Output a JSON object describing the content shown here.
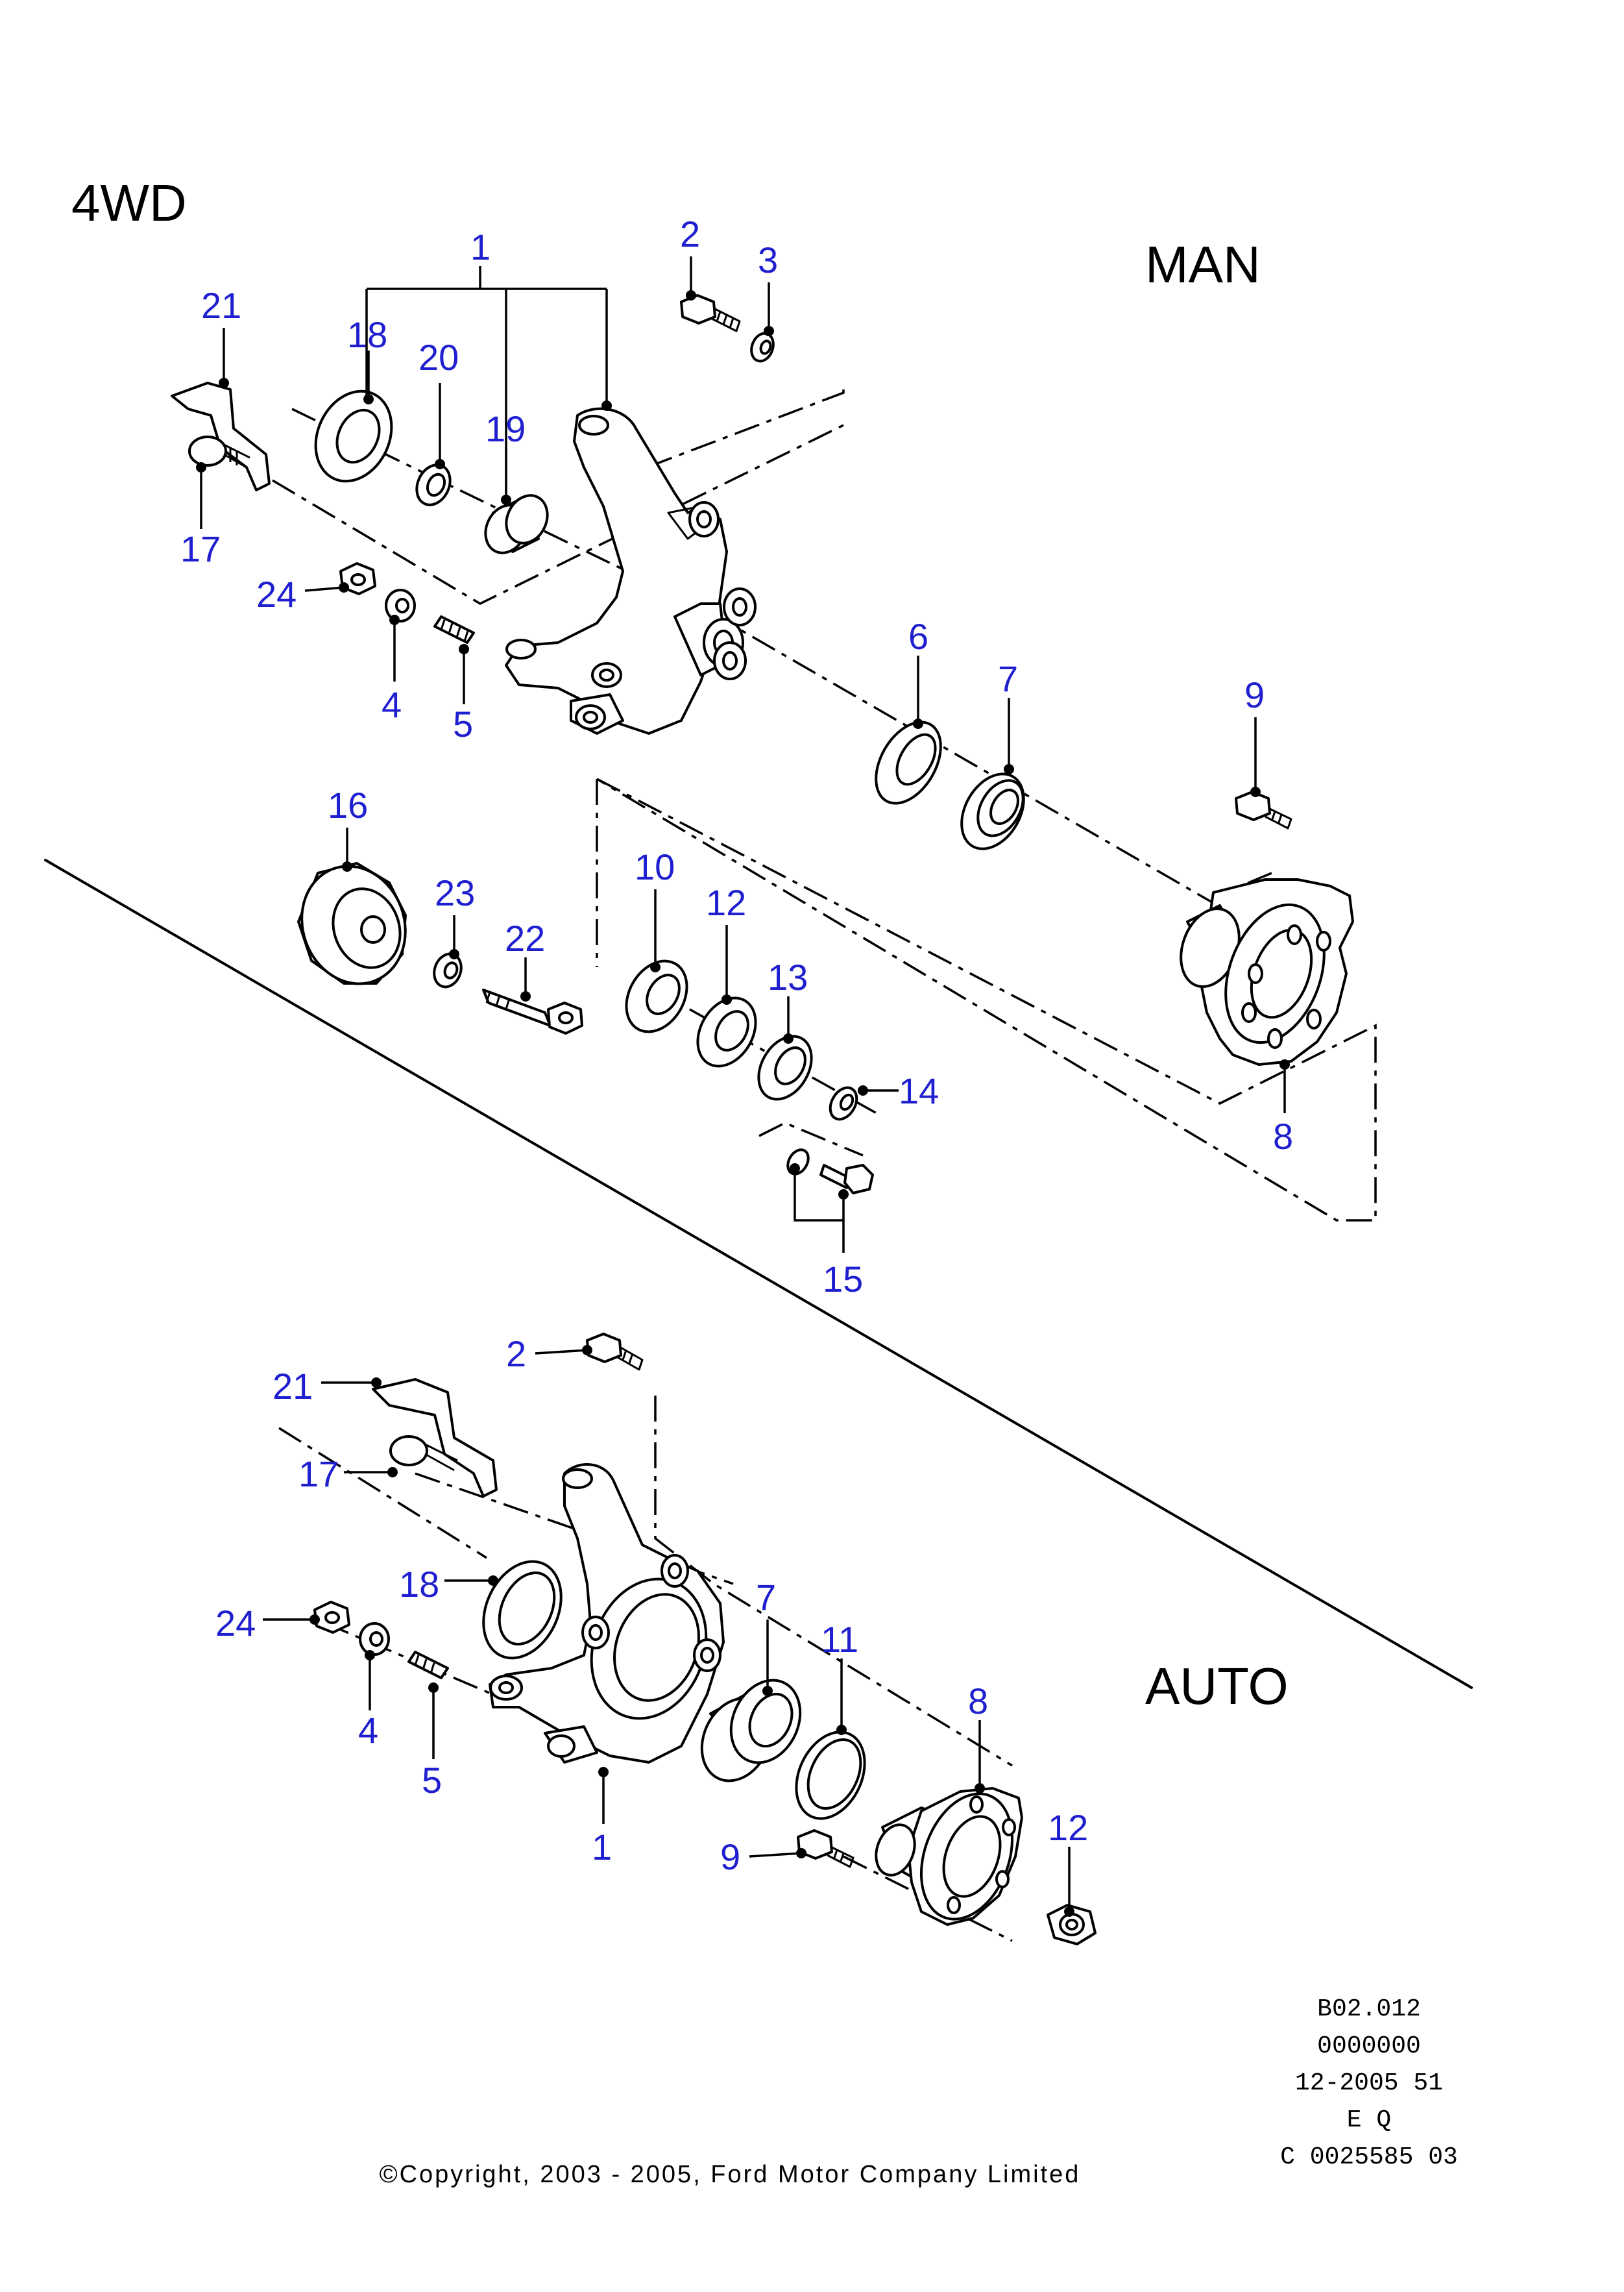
{
  "headings": {
    "drive": "4WD",
    "manual": "MAN",
    "auto": "AUTO"
  },
  "callout_color": "#1f1fd0",
  "callouts_man": {
    "p1": "1",
    "p2": "2",
    "p3": "3",
    "p4": "4",
    "p5": "5",
    "p6": "6",
    "p7": "7",
    "p8": "8",
    "p9": "9",
    "p10": "10",
    "p12": "12",
    "p13": "13",
    "p14": "14",
    "p15": "15",
    "p16": "16",
    "p17": "17",
    "p18": "18",
    "p19": "19",
    "p20": "20",
    "p21": "21",
    "p22": "22",
    "p23": "23",
    "p24": "24"
  },
  "callouts_auto": {
    "p1": "1",
    "p2": "2",
    "p4": "4",
    "p5": "5",
    "p7": "7",
    "p8": "8",
    "p9": "9",
    "p11": "11",
    "p12": "12",
    "p17": "17",
    "p18": "18",
    "p21": "21",
    "p24": "24"
  },
  "reference": {
    "line1": "B02.012",
    "line2": "0000000",
    "line3": "12-2005 51",
    "line4": "E Q",
    "line5": "C 0025585 03"
  },
  "copyright": "©Copyright, 2003 - 2005, Ford Motor Company Limited"
}
